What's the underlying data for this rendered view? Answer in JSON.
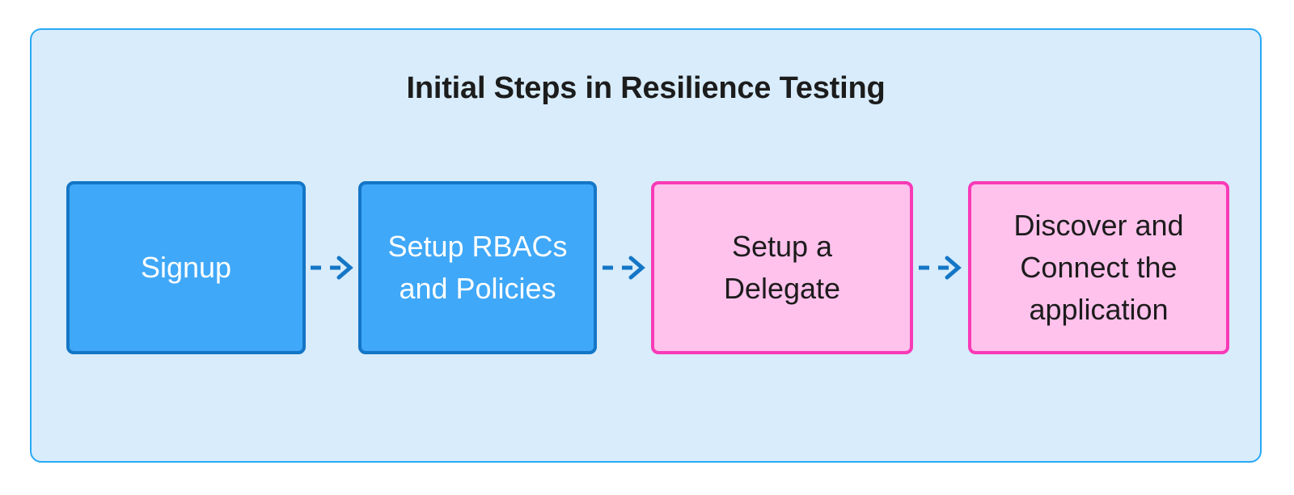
{
  "diagram": {
    "title": "Initial Steps in Resilience Testing",
    "type": "flowchart",
    "orientation": "horizontal",
    "panel": {
      "background_color": "#d8ecfb",
      "border_color": "#29a8f5"
    },
    "palette": {
      "blue_fill": "#40a8f8",
      "blue_border": "#1476c6",
      "blue_text": "#ffffff",
      "pink_fill": "#ffc2ec",
      "pink_border": "#f93ab7",
      "pink_text": "#1c1c1c",
      "arrow_color": "#1476c6",
      "title_text": "#1c1c1c"
    },
    "nodes": [
      {
        "id": "step-1",
        "label": "Signup",
        "style": "blue"
      },
      {
        "id": "step-2",
        "label": "Setup RBACs\nand Policies",
        "style": "blue"
      },
      {
        "id": "step-3",
        "label": "Setup a\nDelegate",
        "style": "pink"
      },
      {
        "id": "step-4",
        "label": "Discover and\nConnect the\napplication",
        "style": "pink"
      }
    ],
    "connectors": [
      {
        "id": "arrow-1",
        "from": "step-1",
        "to": "step-2",
        "style": "dashed-arrow"
      },
      {
        "id": "arrow-2",
        "from": "step-2",
        "to": "step-3",
        "style": "dashed-arrow"
      },
      {
        "id": "arrow-3",
        "from": "step-3",
        "to": "step-4",
        "style": "dashed-arrow"
      }
    ]
  }
}
